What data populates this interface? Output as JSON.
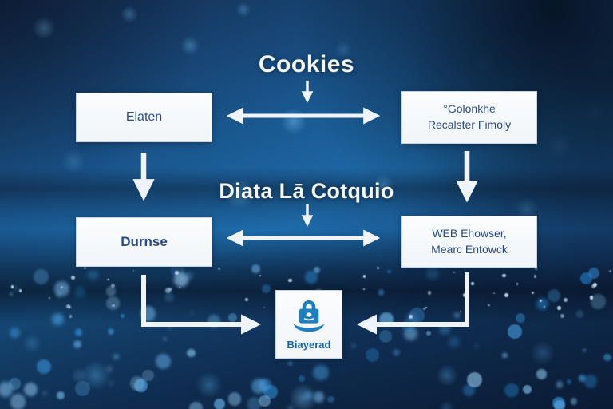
{
  "diagram": {
    "title": "Cookies",
    "mid_label": "Diata Lā Cotquio",
    "nodes": {
      "top_left": {
        "label": "Elaten"
      },
      "top_right": {
        "line1": "°Golonkhe",
        "line2": "Recalster Fimoly"
      },
      "mid_left": {
        "label": "Durnse"
      },
      "mid_right": {
        "line1": "WEB Ehowser,",
        "line2": "Mearc Entowck"
      },
      "bottom": {
        "label": "Biayerad",
        "icon": "padlock-banner-icon"
      }
    },
    "edges": [
      {
        "from": "title",
        "to": "top-double-arrow",
        "type": "down-arrow"
      },
      {
        "from": "top_left",
        "to": "top_right",
        "type": "double-headed-arrow"
      },
      {
        "from": "top_left",
        "to": "mid_left",
        "type": "down-arrow"
      },
      {
        "from": "top_right",
        "to": "mid_right",
        "type": "down-arrow"
      },
      {
        "from": "mid_label",
        "to": "mid-double-arrow",
        "type": "down-arrow"
      },
      {
        "from": "mid_left",
        "to": "mid_right",
        "type": "double-headed-arrow"
      },
      {
        "from": "mid_left",
        "to": "bottom",
        "type": "elbow-arrow"
      },
      {
        "from": "mid_right",
        "to": "bottom",
        "type": "elbow-arrow"
      }
    ],
    "colors": {
      "arrow": "#eef4f9",
      "node_text": "#2b4a84",
      "node_bg": "#f8fafc",
      "lock_icon": "#1b80c2",
      "bottom_label": "#1463a8",
      "title": "#f4f8fb"
    }
  }
}
